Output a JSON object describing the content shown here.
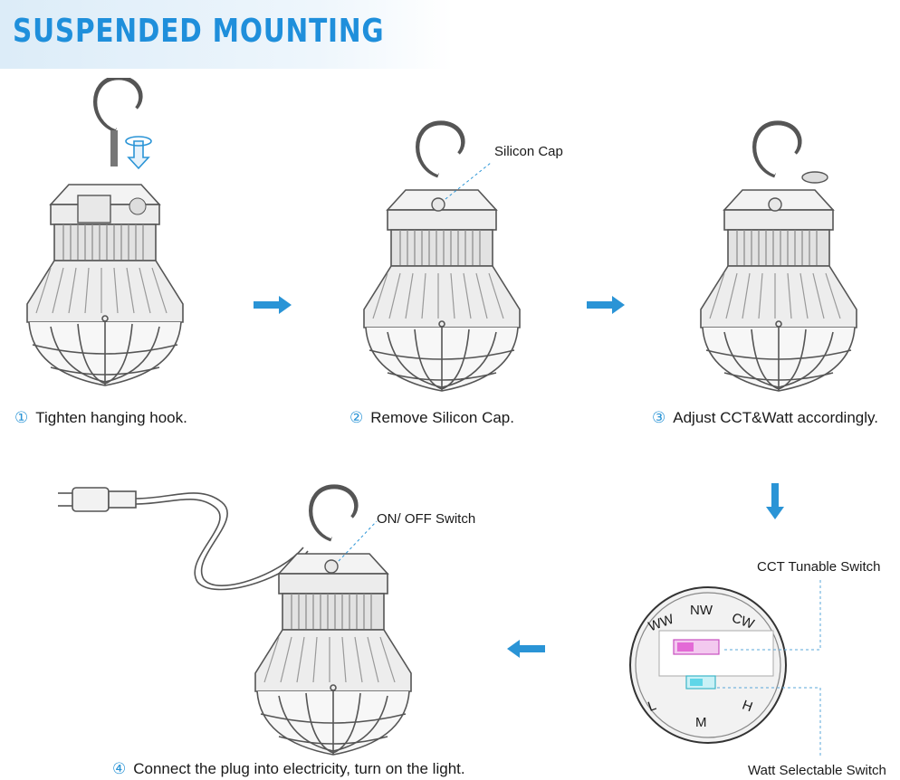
{
  "header": {
    "title": "SUSPENDED MOUNTING"
  },
  "steps": [
    {
      "num": "①",
      "text": "Tighten hanging hook."
    },
    {
      "num": "②",
      "text": "Remove Silicon Cap."
    },
    {
      "num": "③",
      "text": "Adjust CCT&Watt accordingly."
    },
    {
      "num": "④",
      "text": "Connect the plug into electricity, turn on the light."
    }
  ],
  "callouts": {
    "silicon_cap": "Silicon Cap",
    "on_off_switch": "ON/ OFF Switch",
    "cct_switch": "CCT Tunable Switch",
    "watt_switch": "Watt Selectable Switch"
  },
  "dial": {
    "cct": [
      "WW",
      "NW",
      "CW"
    ],
    "watt": [
      "L",
      "M",
      "H"
    ]
  },
  "colors": {
    "accent": "#2a94d6",
    "title": "#1f8fdb",
    "cct_slider": "#e36ad6",
    "watt_slider": "#5fd6e8"
  },
  "icons": [
    "hook-icon",
    "rotate-arrow-icon",
    "arrow-right-icon",
    "arrow-down-icon",
    "arrow-left-icon",
    "plug-icon"
  ]
}
